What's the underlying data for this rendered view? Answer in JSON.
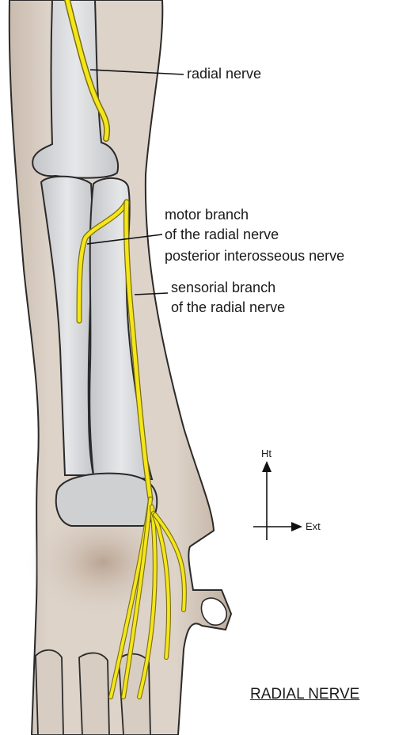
{
  "title": "RADIAL NERVE",
  "labels": {
    "radial_nerve": "radial nerve",
    "motor_branch_line1": "motor branch",
    "motor_branch_line2": "of the radial nerve",
    "motor_branch_line3": "posterior interosseous nerve",
    "sensorial_branch_line1": "sensorial branch",
    "sensorial_branch_line2": "of the radial nerve"
  },
  "axes": {
    "vertical": "Ht",
    "horizontal": "Ext"
  },
  "colors": {
    "skin": "#d8cdc2",
    "skin_shadow": "#b8a898",
    "bone": "#cfd0d2",
    "bone_light": "#e3e4e6",
    "nerve": "#f4e61a",
    "nerve_outline": "#7a6f10",
    "outline": "#2a2a2a"
  }
}
